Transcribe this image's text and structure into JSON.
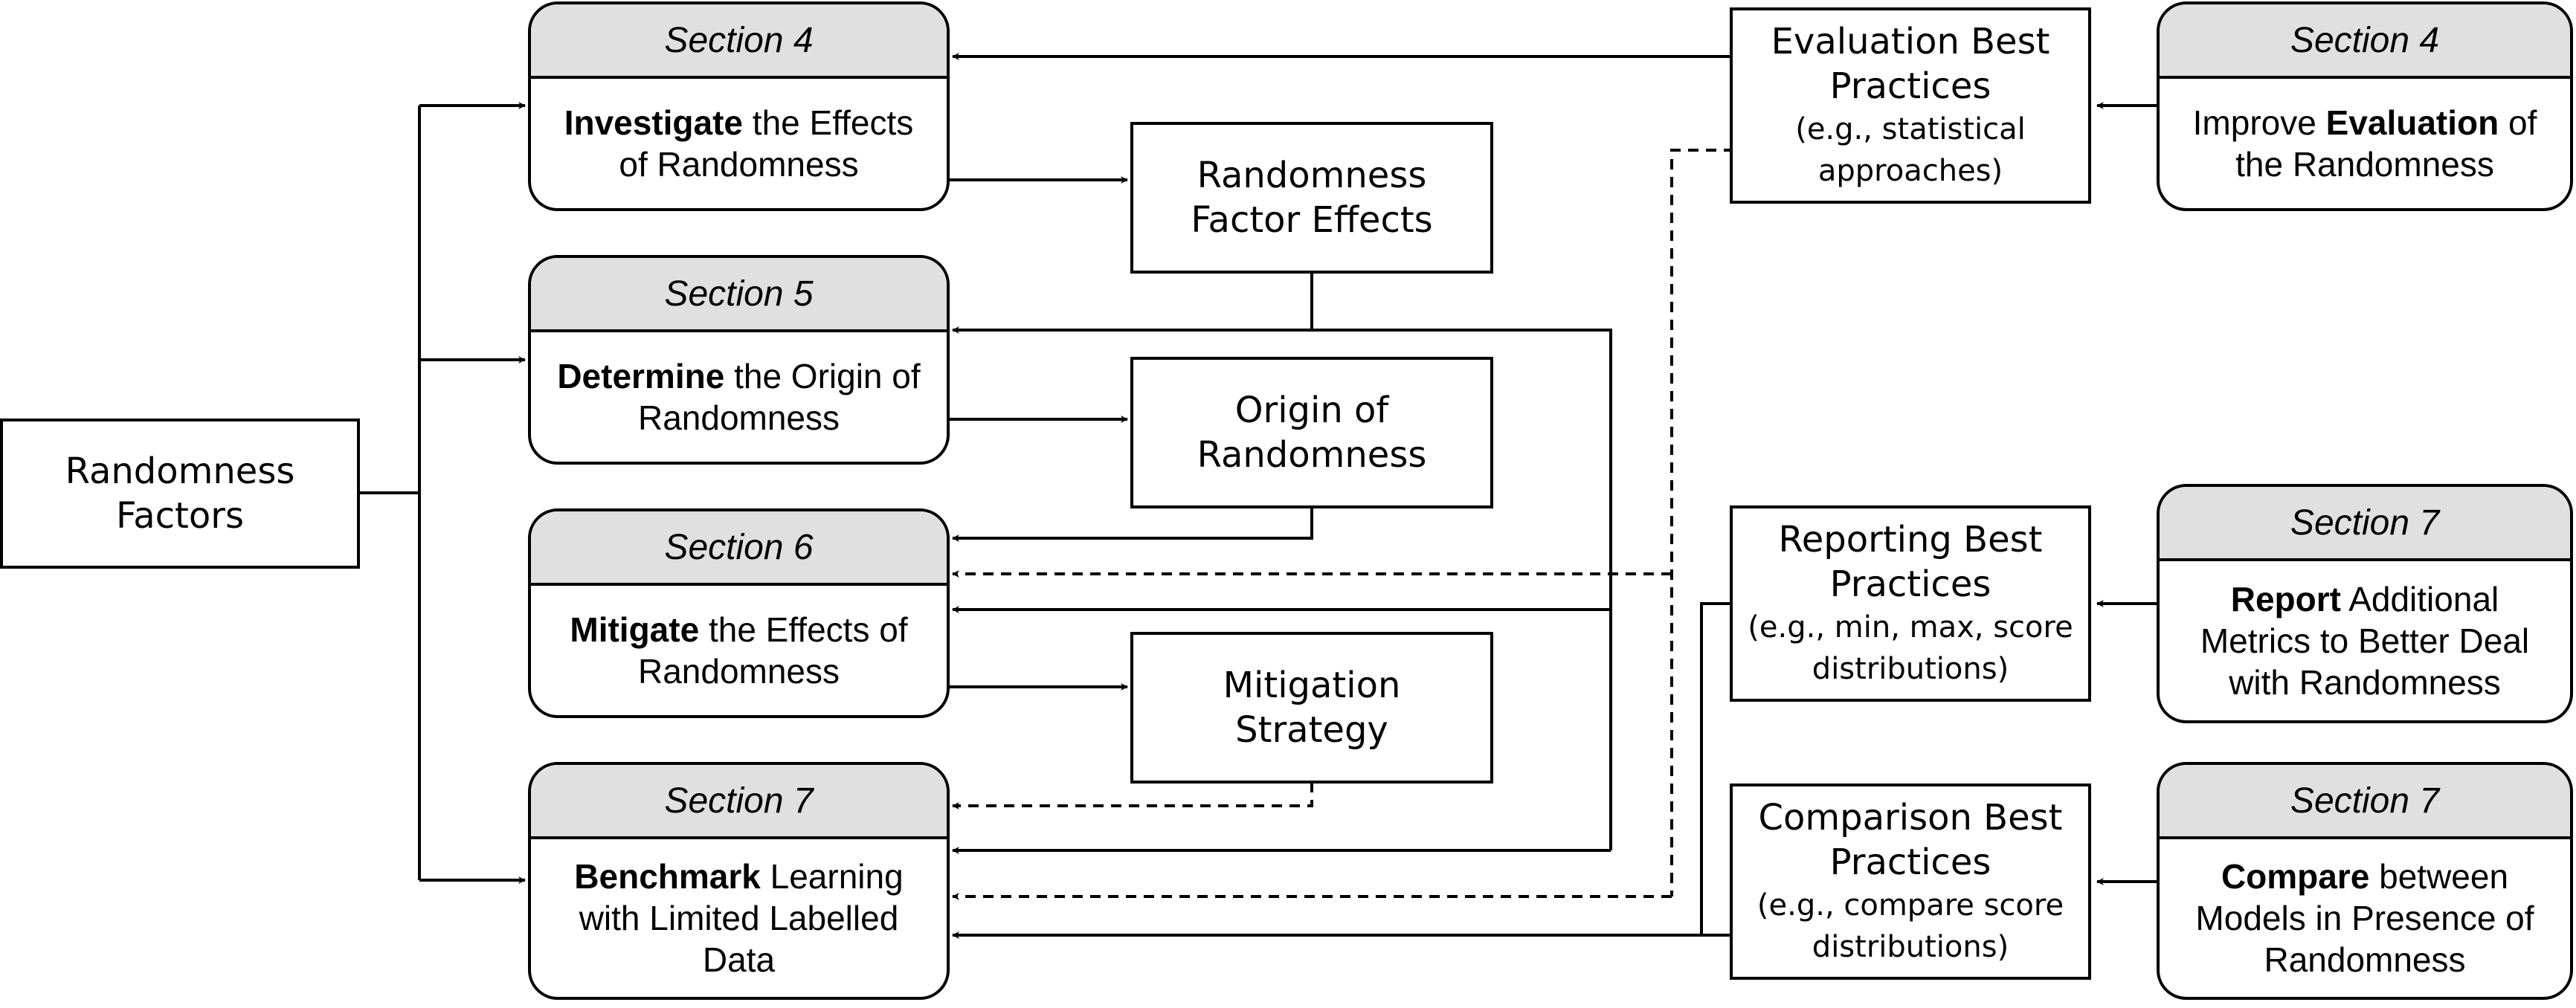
{
  "center_nodes": {
    "randomness_factors": "Randomness Factors",
    "factor_effects": "Randomness Factor Effects",
    "origin": "Origin of Randomness",
    "mitigation": "Mitigation Strategy"
  },
  "left_sections": [
    {
      "header": "Section 4",
      "bold": "Investigate",
      "rest": " the Effects of Randomness"
    },
    {
      "header": "Section 5",
      "bold": "Determine",
      "rest": " the Origin of Randomness"
    },
    {
      "header": "Section 6",
      "bold": "Mitigate",
      "rest": " the Effects of Randomness"
    },
    {
      "header": "Section 7",
      "bold": "Benchmark",
      "rest": " Learning with Limited Labelled Data"
    }
  ],
  "practices": [
    {
      "title": "Evaluation Best Practices",
      "example": "(e.g., statistical approaches)"
    },
    {
      "title": "Reporting Best Practices",
      "example": "(e.g., min, max, score distributions)"
    },
    {
      "title": "Comparison Best Practices",
      "example": "(e.g., compare score distributions)"
    }
  ],
  "right_sections": [
    {
      "header": "Section 4",
      "pre": "Improve ",
      "bold": "Evaluation",
      "rest": " of the Randomness"
    },
    {
      "header": "Section 7",
      "pre": "",
      "bold": "Report",
      "rest": " Additional Metrics to Better Deal with Randomness"
    },
    {
      "header": "Section 7",
      "pre": "",
      "bold": "Compare",
      "rest": " between Models in Presence of Randomness"
    }
  ]
}
